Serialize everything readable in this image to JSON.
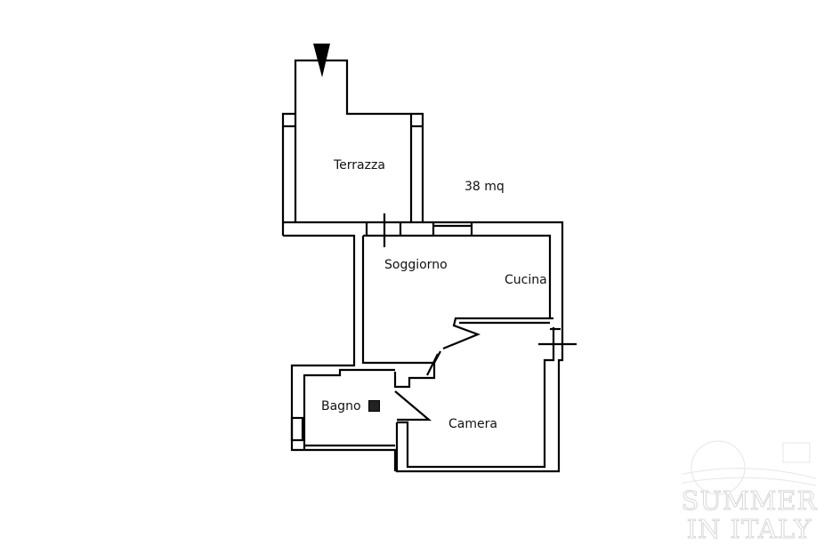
{
  "plan": {
    "area": "38 mq",
    "rooms": [
      {
        "name": "Terrazza"
      },
      {
        "name": "Soggiorno"
      },
      {
        "name": "Cucina"
      },
      {
        "name": "Bagno"
      },
      {
        "name": "Camera"
      }
    ],
    "entrance_icon": "arrow-down-icon"
  },
  "watermark": {
    "line1": "SUMMER",
    "line2": "IN ITALY"
  }
}
